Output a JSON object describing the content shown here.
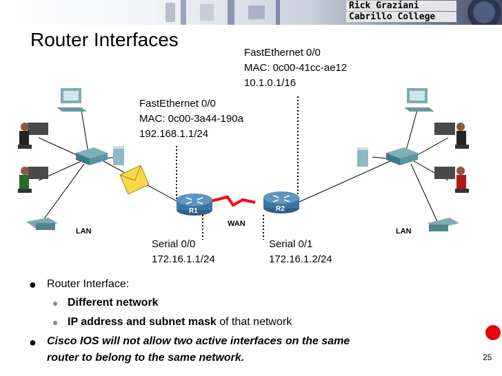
{
  "header": {
    "author": "Rick Graziani",
    "college": "Cabrillo College"
  },
  "title": "Router Interfaces",
  "interfaces": {
    "r2_fa": {
      "name": "FastEthernet 0/0",
      "mac": "MAC: 0c00-41cc-ae12",
      "ip": "10.1.0.1/16"
    },
    "r1_fa": {
      "name": "FastEthernet 0/0",
      "mac": "MAC: 0c00-3a44-190a",
      "ip": "192.168.1.1/24"
    },
    "r1_serial": {
      "name": "Serial 0/0",
      "ip": "172.16.1.1/24"
    },
    "r2_serial": {
      "name": "Serial 0/1",
      "ip": "172.16.1.2/24"
    }
  },
  "diagram": {
    "router_r1": "R1",
    "router_r2": "R2",
    "wan_label": "WAN",
    "lan_left_label": "LAN",
    "lan_right_label": "LAN"
  },
  "bullets": {
    "b1": "Router Interface:",
    "b1_sub1": "Different network",
    "b1_sub2_bold": "IP address and subnet mask",
    "b1_sub2_rest": " of that network",
    "b2_line1": "Cisco IOS will not allow two active interfaces on the same",
    "b2_line2": "router to belong to the same network."
  },
  "page_number": "25",
  "colors": {
    "link": "#ff0000",
    "router": "#4a7fa6",
    "accent": "#e5050b",
    "envelope": "#f6d84a"
  }
}
